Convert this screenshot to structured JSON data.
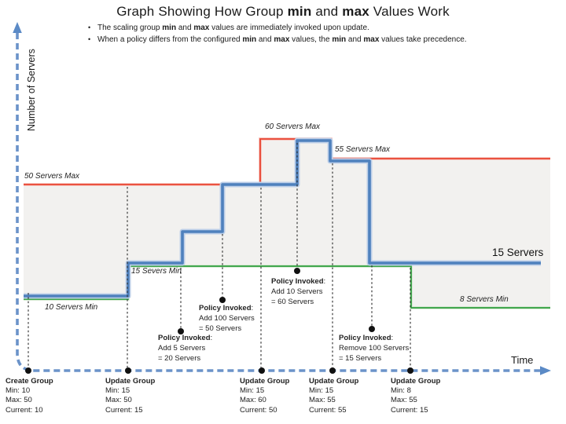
{
  "title": {
    "pre": "Graph Showing How Group ",
    "bold1": "min",
    "mid": " and ",
    "bold2": "max",
    "post": " Values Work"
  },
  "bullet1": {
    "p1": "The scaling group ",
    "b1": "min",
    "p2": " and ",
    "b2": "max",
    "p3": " values are immediately invoked upon update."
  },
  "bullet2": {
    "p1": "When a policy differs from the configured ",
    "b1": "min",
    "p2": " and ",
    "b2": "max",
    "p3": " values, the ",
    "b3": "min",
    "p4": " and ",
    "b4": "max",
    "p5": " values take precedence."
  },
  "axes": {
    "y_label": "Number of Servers",
    "x_label": "Time"
  },
  "line_labels": {
    "max50": "50 Servers Max",
    "max60": "60 Servers Max",
    "max55": "55 Servers Max",
    "min10": "10 Servers Min",
    "min15": "15 Severs Min",
    "min8": "8 Servers Min",
    "current_final": "15 Servers"
  },
  "policies": [
    {
      "title": "Policy Invoked",
      "suffix": ":",
      "line1": "Add 5 Servers",
      "line2": "= 20 Servers"
    },
    {
      "title": "Policy Invoked",
      "suffix": ":",
      "line1": "Add 100 Servers",
      "line2": "= 50 Servers"
    },
    {
      "title": "Policy Invoked",
      "suffix": ":",
      "line1": "Add 10 Servers",
      "line2": "= 60 Servers"
    },
    {
      "title": "Policy Invoked",
      "suffix": ":",
      "line1": "Remove 100 Servers",
      "line2": "= 15 Servers"
    }
  ],
  "events": [
    {
      "name": "Create Group",
      "min": "Min: 10",
      "max": "Max: 50",
      "current": "Current: 10"
    },
    {
      "name": "Update Group",
      "min": "Min: 15",
      "max": "Max: 50",
      "current": "Current: 15"
    },
    {
      "name": "Update Group",
      "min": "Min: 15",
      "max": "Max: 60",
      "current": "Current: 50"
    },
    {
      "name": "Update Group",
      "min": "Min: 15",
      "max": "Max: 55",
      "current": "Current: 55"
    },
    {
      "name": "Update Group",
      "min": "Min: 8",
      "max": "Max: 55",
      "current": "Current: 15"
    }
  ],
  "colors": {
    "max_line": "#e8432f",
    "min_line": "#2f9e3c",
    "current_line": "#4f81bd",
    "axis": "#6b93c9",
    "band_fill": "#f2f1ef"
  },
  "chart_data": {
    "type": "line",
    "subtype": "step",
    "title": "Graph Showing How Group min and max Values Work",
    "xlabel": "Time",
    "ylabel": "Number of Servers",
    "x_events": [
      "Create Group",
      "Update Group",
      "Policy: Add 5 Servers",
      "Policy: Add 100 Servers",
      "Update Group",
      "Policy: Add 10 Servers",
      "Update Group",
      "Policy: Remove 100 Servers",
      "Update Group"
    ],
    "series": [
      {
        "name": "Max (red)",
        "values": [
          50,
          50,
          50,
          50,
          60,
          60,
          55,
          55,
          55
        ]
      },
      {
        "name": "Min (green)",
        "values": [
          10,
          15,
          15,
          15,
          15,
          15,
          15,
          15,
          8
        ]
      },
      {
        "name": "Current (blue)",
        "values": [
          10,
          15,
          20,
          50,
          50,
          60,
          55,
          15,
          15
        ]
      }
    ],
    "legend_position": "none",
    "grid": false
  }
}
